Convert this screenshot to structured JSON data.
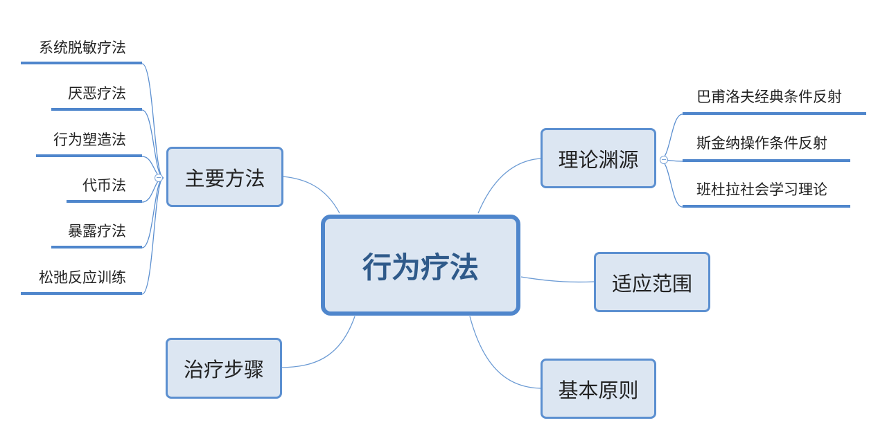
{
  "central": "行为疗法",
  "topics": {
    "methods": "主要方法",
    "theory": "理论渊源",
    "scope": "适应范围",
    "steps": "治疗步骤",
    "principles": "基本原则"
  },
  "methods_children": [
    "系统脱敏疗法",
    "厌恶疗法",
    "行为塑造法",
    "代币法",
    "暴露疗法",
    "松弛反应训练"
  ],
  "theory_children": [
    "巴甫洛夫经典条件反射",
    "斯金纳操作条件反射",
    "班杜拉社会学习理论"
  ],
  "colors": {
    "line": "#4f86cc",
    "fill": "#dce6f2",
    "central_text": "#2f5a8a"
  }
}
